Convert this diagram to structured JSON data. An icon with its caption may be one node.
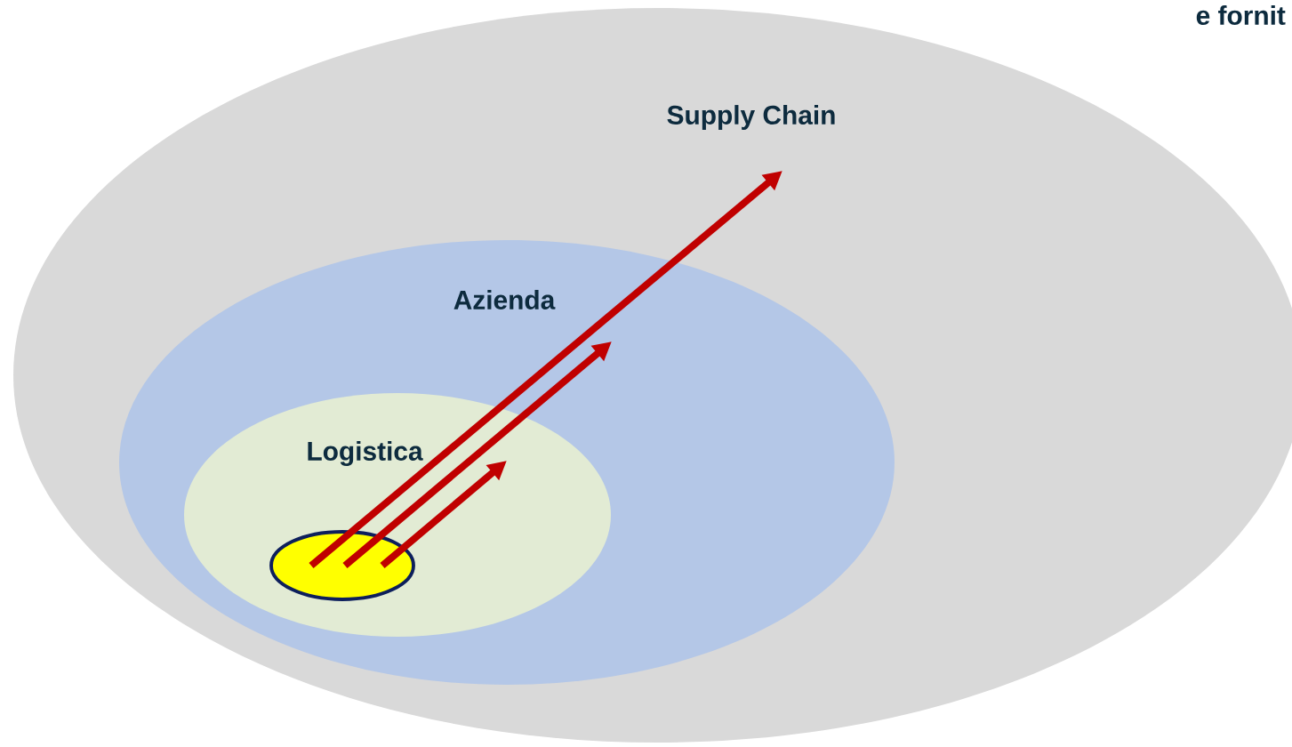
{
  "diagram": {
    "nodes": [
      {
        "text": [
          "Supply Chain"
        ]
      },
      {
        "text": [
          "Azienda"
        ],
        "in": 0
      },
      {
        "text": [
          "Logistica"
        ],
        "in": 1
      },
      {
        "text": [],
        "shape": "ellipse",
        "in": 2
      }
    ],
    "edges": [
      {
        "from": 3,
        "to": null,
        "arrow": "to"
      },
      {
        "from": 3,
        "to": null,
        "arrow": "to"
      },
      {
        "from": 3,
        "to": null,
        "arrow": "to"
      }
    ],
    "labels": [
      "e fornit"
    ]
  }
}
